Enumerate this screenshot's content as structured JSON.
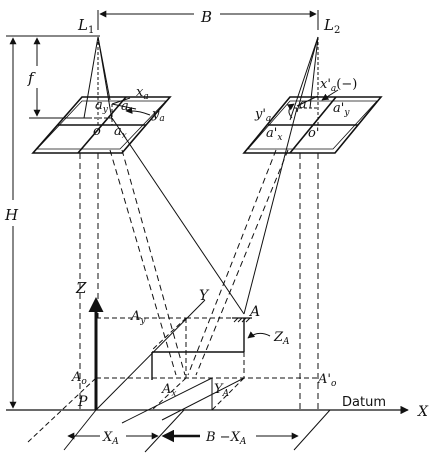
{
  "labels": {
    "L1": "L",
    "L1_sub": "1",
    "L2": "L",
    "L2_sub": "2",
    "B": "B",
    "H": "H",
    "f": "f",
    "xa": "x",
    "xa_sub": "a",
    "ya": "y",
    "ya_sub": "a",
    "ay": "a",
    "ay_sub": "y",
    "a": "a",
    "ax": "a",
    "ax_sub": "x",
    "o": "o",
    "xpa": "x'",
    "xpa_sub": "a",
    "xpa_minus": "(−)",
    "ypa": "y'",
    "ypa_sub": "a",
    "ap": "a",
    "apy": "a'",
    "apy_sub": "y",
    "apx": "a'",
    "apx_sub": "x",
    "op": "o'",
    "Z": "Z",
    "Y": "Y",
    "X": "X",
    "A": "A",
    "Ay": "A",
    "Ay_sub": "y",
    "ZA": "Z",
    "ZA_sub": "A",
    "Ao": "A",
    "Ao_sub": "o",
    "Apo": "A'",
    "Apo_sub": "o",
    "Ax": "A",
    "Ax_sub": "x",
    "YA": "Y",
    "YA_sub": "A",
    "P": "P",
    "Datum": "Datum",
    "XA": "X",
    "XA_sub": "A",
    "BXA_pre": "B −X",
    "BXA_sub": "A"
  }
}
